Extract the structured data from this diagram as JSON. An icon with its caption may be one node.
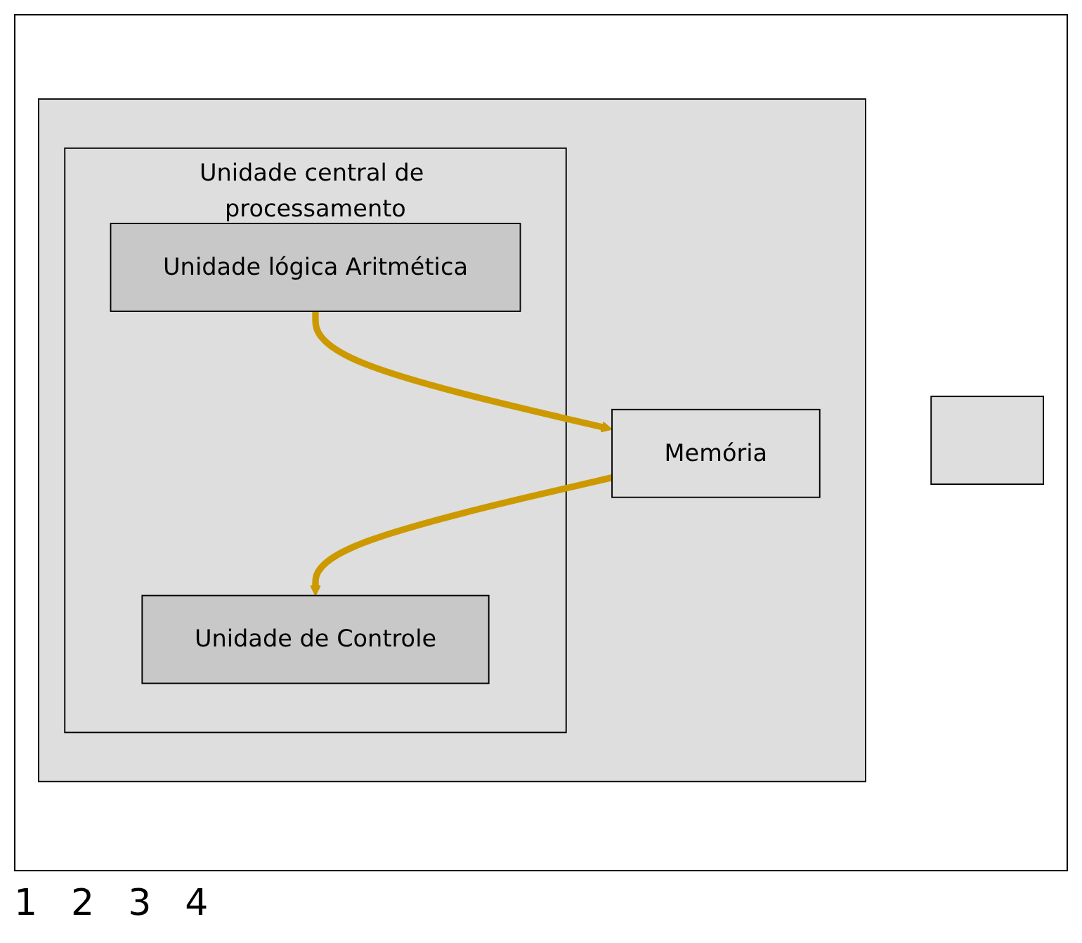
{
  "diagram": {
    "nodes": [
      {
        "text": [],
        "shape": "box"
      },
      {
        "text": [],
        "shape": "box"
      },
      {
        "text": [
          "Unidade central de processamento"
        ],
        "in": 1
      },
      {
        "text": [
          "Unidade de Controle"
        ],
        "in": 2
      },
      {
        "text": [
          "Unidade lógica Aritmética"
        ],
        "in": 2
      },
      {
        "text": [
          "Memória"
        ],
        "in": 1
      }
    ],
    "edges": [
      {
        "from": 5,
        "to": 3,
        "arrow": "to"
      },
      {
        "from": 4,
        "to": 5,
        "arrow": "to"
      }
    ],
    "labels": [
      "1",
      "2",
      "3",
      "4"
    ]
  }
}
